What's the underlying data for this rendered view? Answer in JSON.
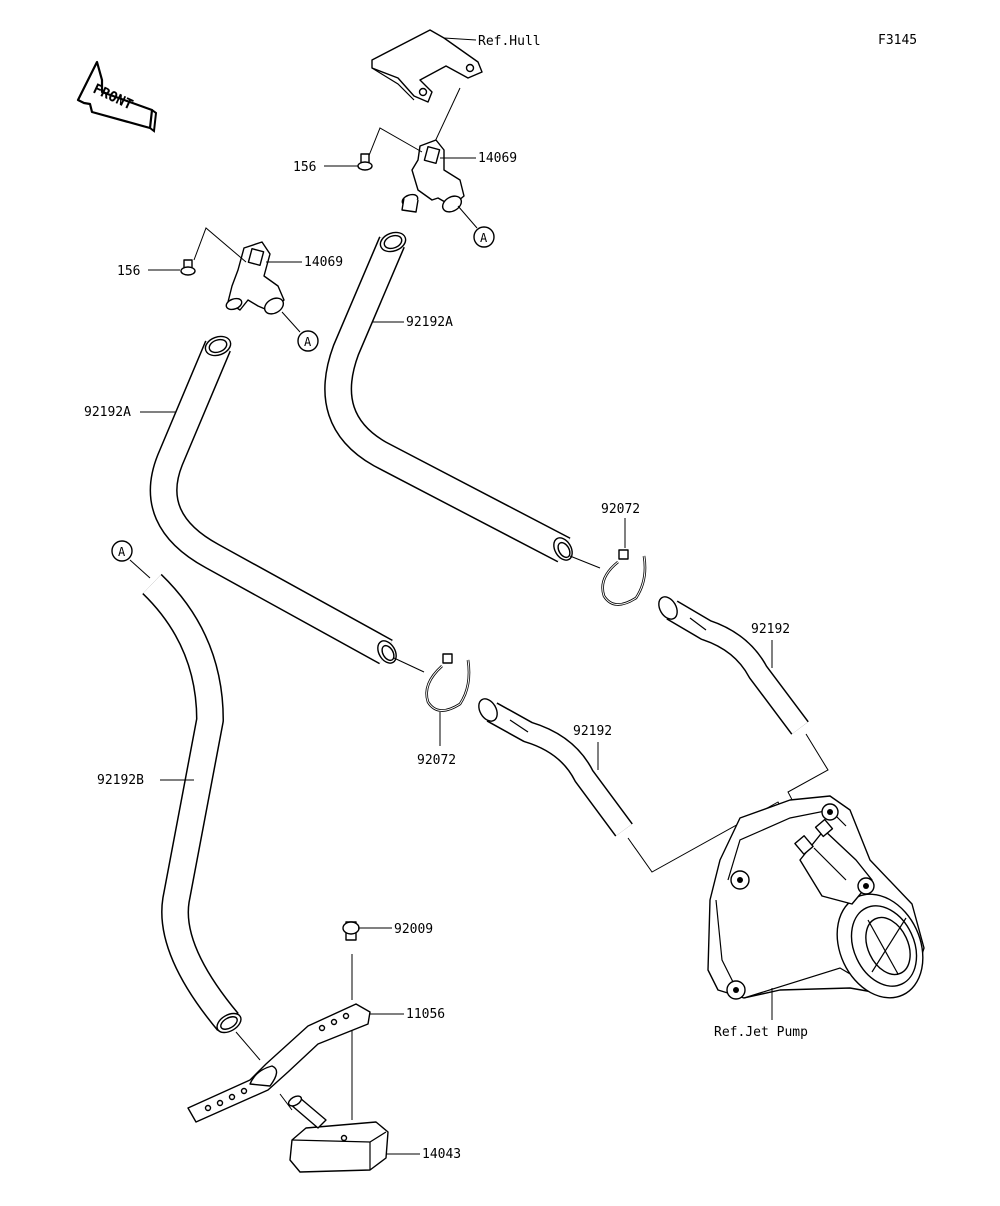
{
  "figure_code": "F3145",
  "orientation_label": "FRONT",
  "reference_labels": {
    "hull": "Ref.Hull",
    "jet_pump": "Ref.Jet Pump"
  },
  "callouts": [
    {
      "id": "callout-156-upper",
      "text": "156"
    },
    {
      "id": "callout-14069-upper",
      "text": "14069"
    },
    {
      "id": "callout-156-lower",
      "text": "156"
    },
    {
      "id": "callout-14069-lower",
      "text": "14069"
    },
    {
      "id": "callout-92192a-right",
      "text": "92192A"
    },
    {
      "id": "callout-92192a-left",
      "text": "92192A"
    },
    {
      "id": "callout-92072-upper",
      "text": "92072"
    },
    {
      "id": "callout-92072-lower",
      "text": "92072"
    },
    {
      "id": "callout-92192-upper",
      "text": "92192"
    },
    {
      "id": "callout-92192-lower",
      "text": "92192"
    },
    {
      "id": "callout-92192b",
      "text": "92192B"
    },
    {
      "id": "callout-92009",
      "text": "92009"
    },
    {
      "id": "callout-11056",
      "text": "11056"
    },
    {
      "id": "callout-14043",
      "text": "14043"
    }
  ],
  "connection_markers": [
    {
      "id": "marker-a-upper",
      "letter": "A"
    },
    {
      "id": "marker-a-middle",
      "letter": "A"
    },
    {
      "id": "marker-a-hose",
      "letter": "A"
    }
  ]
}
